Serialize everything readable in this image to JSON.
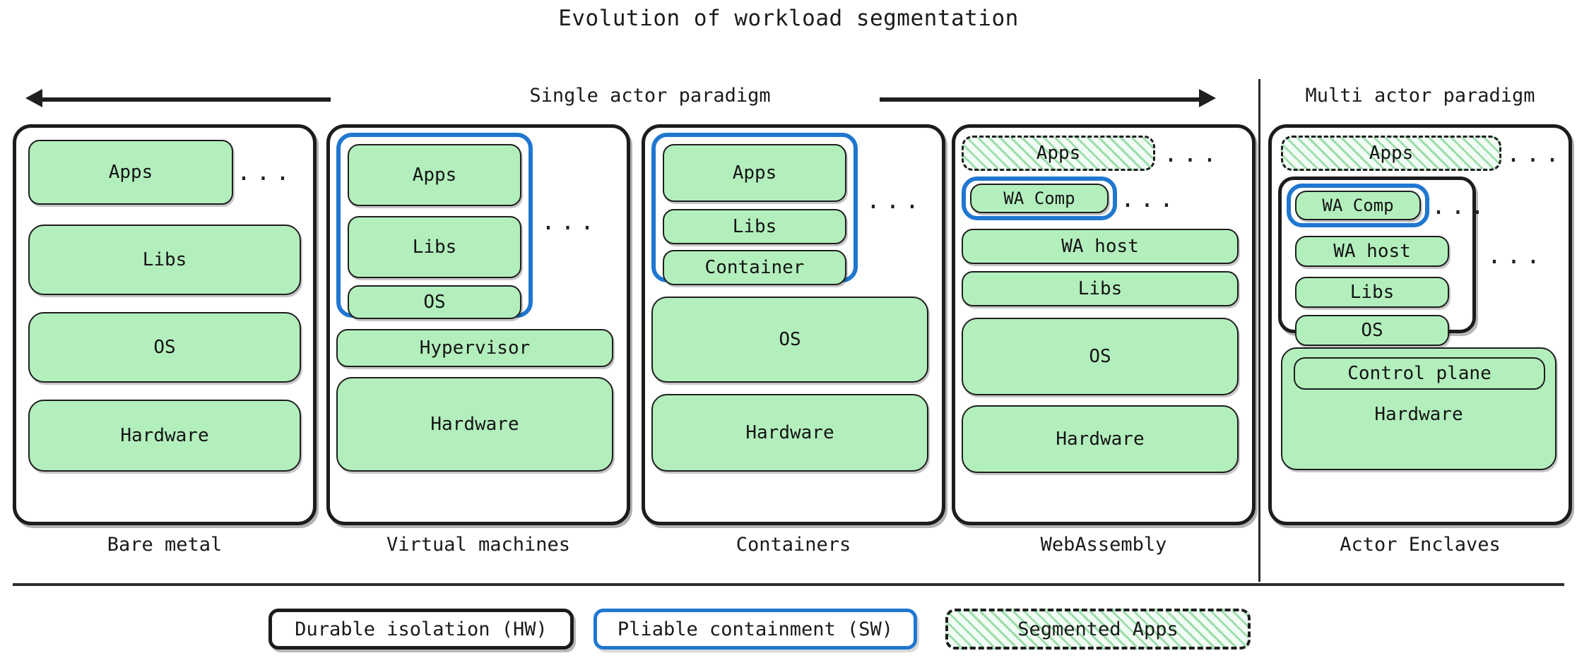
{
  "title": "Evolution of workload segmentation",
  "header": {
    "single_actor": "Single actor paradigm",
    "multi_actor": "Multi actor paradigm",
    "arrow_left": "left-arrow-icon",
    "arrow_right": "right-arrow-icon"
  },
  "ellipsis": "...",
  "colors": {
    "block_green": "#b3efbd",
    "pliable_blue": "#1f77d0",
    "durable_black": "#1c1c1c",
    "hatch_green": "#f2fcf4"
  },
  "columns": [
    {
      "id": "bare-metal",
      "label": "Bare metal",
      "blocks": [
        {
          "name": "apps",
          "text": "Apps"
        },
        {
          "name": "libs",
          "text": "Libs"
        },
        {
          "name": "os",
          "text": "OS"
        },
        {
          "name": "hardware",
          "text": "Hardware"
        }
      ]
    },
    {
      "id": "virtual-machines",
      "label": "Virtual machines",
      "blocks": [
        {
          "name": "apps",
          "text": "Apps"
        },
        {
          "name": "libs",
          "text": "Libs"
        },
        {
          "name": "os",
          "text": "OS"
        },
        {
          "name": "hypervisor",
          "text": "Hypervisor"
        },
        {
          "name": "hardware",
          "text": "Hardware"
        }
      ]
    },
    {
      "id": "containers",
      "label": "Containers",
      "blocks": [
        {
          "name": "apps",
          "text": "Apps"
        },
        {
          "name": "libs",
          "text": "Libs"
        },
        {
          "name": "container",
          "text": "Container"
        },
        {
          "name": "os",
          "text": "OS"
        },
        {
          "name": "hardware",
          "text": "Hardware"
        }
      ]
    },
    {
      "id": "webassembly",
      "label": "WebAssembly",
      "blocks": [
        {
          "name": "apps",
          "text": "Apps"
        },
        {
          "name": "wa-comp",
          "text": "WA Comp"
        },
        {
          "name": "wa-host",
          "text": "WA host"
        },
        {
          "name": "libs",
          "text": "Libs"
        },
        {
          "name": "os",
          "text": "OS"
        },
        {
          "name": "hardware",
          "text": "Hardware"
        }
      ]
    },
    {
      "id": "actor-enclaves",
      "label": "Actor Enclaves",
      "blocks": [
        {
          "name": "apps",
          "text": "Apps"
        },
        {
          "name": "wa-comp",
          "text": "WA Comp"
        },
        {
          "name": "wa-host",
          "text": "WA host"
        },
        {
          "name": "libs",
          "text": "Libs"
        },
        {
          "name": "os",
          "text": "OS"
        },
        {
          "name": "control-plane",
          "text": "Control plane"
        },
        {
          "name": "hardware",
          "text": "Hardware"
        }
      ]
    }
  ],
  "legend": [
    {
      "name": "durable-isolation",
      "text": "Durable isolation (HW)",
      "style": "black-solid"
    },
    {
      "name": "pliable-containment",
      "text": "Pliable containment (SW)",
      "style": "blue-solid"
    },
    {
      "name": "segmented-apps",
      "text": "Segmented Apps",
      "style": "dashed-hatched"
    }
  ]
}
